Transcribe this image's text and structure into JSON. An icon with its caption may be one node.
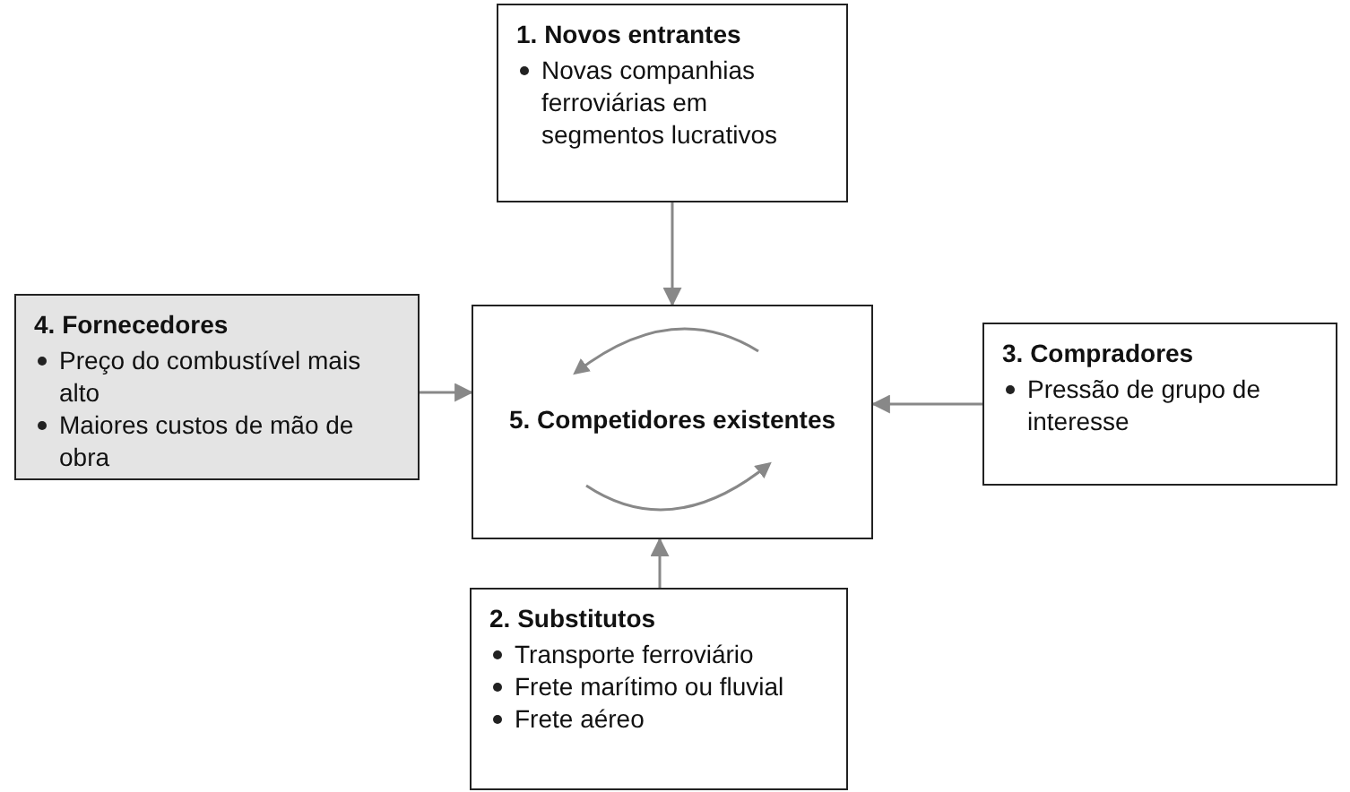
{
  "diagram": {
    "nodes": [
      {
        "text": [
          "1. Novos entrantes",
          "Novas companhias ferroviárias em segmentos lucrativos"
        ]
      },
      {
        "text": [
          "4. Fornecedores",
          "Preço do combustível mais alto",
          "Maiores custos de mão de obra"
        ]
      },
      {
        "text": [
          "5. Competidores existentes"
        ]
      },
      {
        "text": [
          "3. Compradores",
          "Pressão de grupo de interesse"
        ]
      },
      {
        "text": [
          "2. Substitutos",
          "Transporte ferroviário",
          "Frete marítimo ou fluvial",
          "Frete aéreo"
        ]
      }
    ],
    "edges": [
      {
        "from": 0,
        "to": 2,
        "arrow": "to"
      },
      {
        "from": 1,
        "to": 2,
        "arrow": "to"
      },
      {
        "from": 3,
        "to": 2,
        "arrow": "to"
      },
      {
        "from": 4,
        "to": 2,
        "arrow": "to"
      }
    ]
  }
}
